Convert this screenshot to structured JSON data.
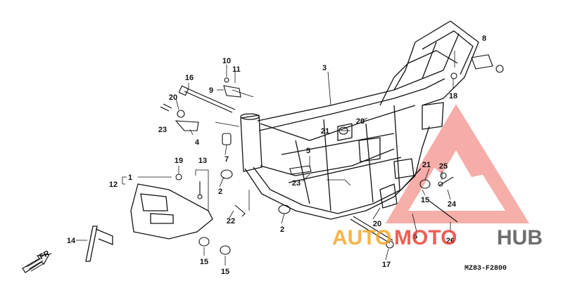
{
  "diagram_code": "MZ83-F2800",
  "direction_label": "FR.",
  "watermark": {
    "word_auto": "AUTO",
    "word_moto": "MOTO",
    "word_hub": "HUB",
    "color_auto": "#f6a21b",
    "color_moto": "#e8382f",
    "color_hub": "#555555",
    "triangle_color": "#e8382f"
  },
  "part_labels": {
    "p1": "1",
    "p2a": "2",
    "p2b": "2",
    "p3": "3",
    "p4": "4",
    "p5": "5",
    "p6": "6",
    "p7": "7",
    "p8": "8",
    "p9": "9",
    "p10": "10",
    "p11": "11",
    "p12": "12",
    "p13": "13",
    "p14": "14",
    "p15a": "15",
    "p15b": "15",
    "p15c": "15",
    "p16": "16",
    "p17": "17",
    "p18": "18",
    "p19": "19",
    "p20a": "20",
    "p20b": "20",
    "p20c": "20",
    "p21a": "21",
    "p21b": "21",
    "p22": "22",
    "p23a": "23",
    "p23b": "23",
    "p24": "24",
    "p25": "25",
    "p26": "26"
  }
}
